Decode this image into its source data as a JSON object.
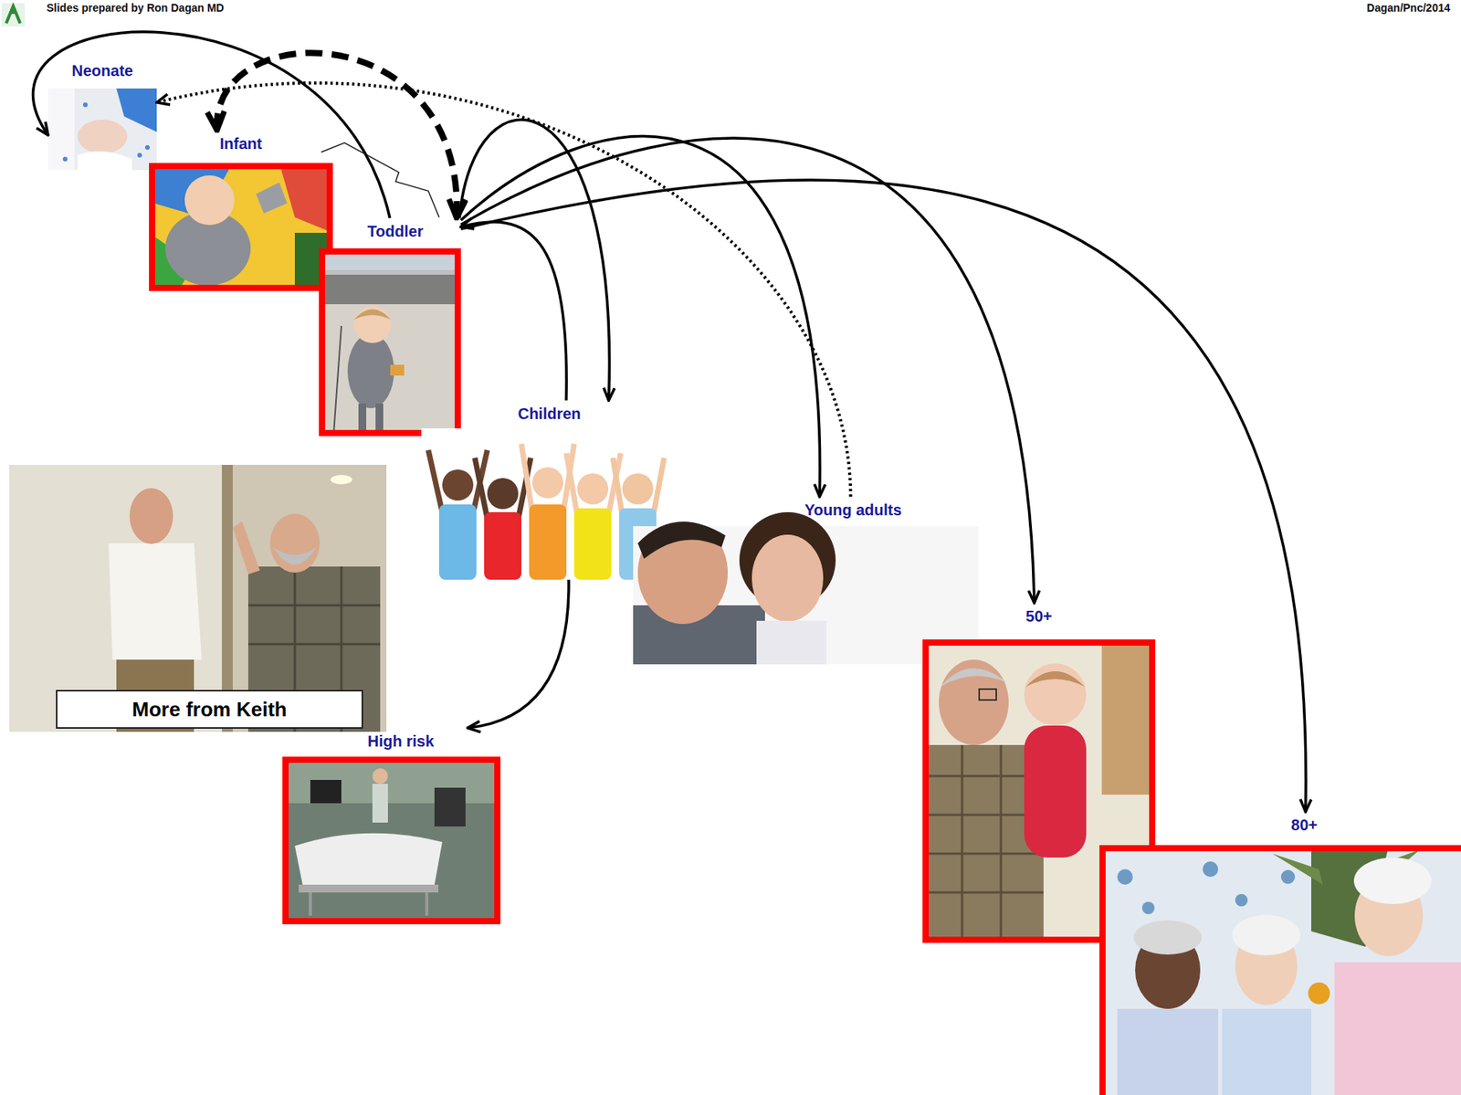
{
  "diagram": {
    "nodes": [
      {
        "text": [
          "Neonate"
        ]
      },
      {
        "text": [
          "Infant"
        ]
      },
      {
        "text": [
          "Toddler"
        ]
      },
      {
        "text": [
          "Children"
        ]
      },
      {
        "text": [
          "Young adults"
        ]
      },
      {
        "text": [
          "50+"
        ]
      },
      {
        "text": [
          "80+"
        ]
      },
      {
        "text": [
          "More from Keith"
        ]
      },
      {
        "text": [
          "High risk"
        ]
      }
    ],
    "edges": [
      {
        "from": 2,
        "to": 0,
        "arrow": "to"
      },
      {
        "from": 1,
        "to": 2,
        "arrow": "both"
      },
      {
        "from": 4,
        "to": 0,
        "arrow": "to"
      },
      {
        "from": 2,
        "to": 3,
        "arrow": "to"
      },
      {
        "from": 3,
        "to": 2,
        "arrow": "to"
      },
      {
        "from": 2,
        "to": 4,
        "arrow": "to"
      },
      {
        "from": 2,
        "to": 5,
        "arrow": "to"
      },
      {
        "from": 2,
        "to": 6,
        "arrow": "to"
      },
      {
        "from": 3,
        "to": 8,
        "arrow": "to"
      }
    ],
    "labels": [
      "Slides prepared by Ron Dagan MD",
      "Dagan/Pnc/2014"
    ]
  }
}
